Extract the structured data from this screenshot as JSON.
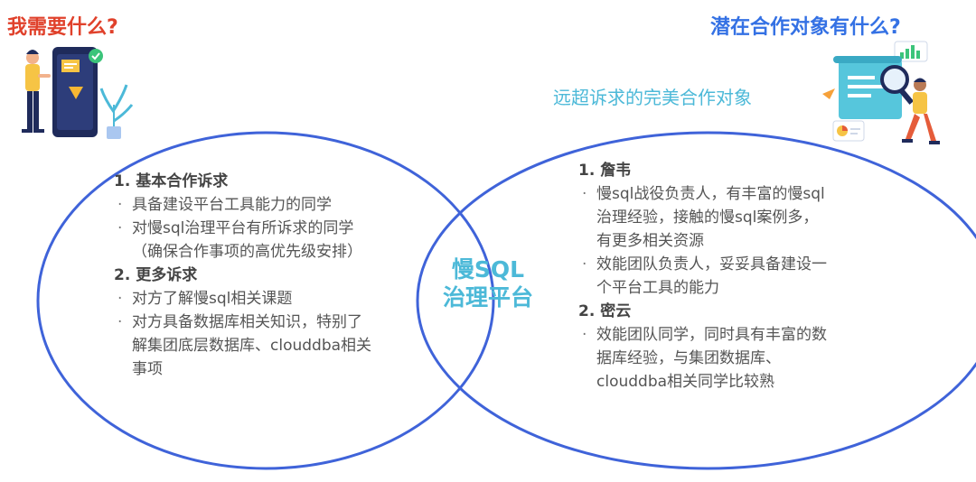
{
  "header": {
    "left_title": "我需要什么?",
    "right_title": "潜在合作对象有什么?",
    "right_subtitle": "远超诉求的完美合作对象"
  },
  "center": {
    "line1": "慢SQL",
    "line2": "治理平台"
  },
  "left": {
    "sections": [
      {
        "heading": "1. 基本合作诉求",
        "bullets": [
          [
            "具备建设平台工具能力的同学"
          ],
          [
            "对慢sql治理平台有所诉求的同学",
            "（确保合作事项的高优先级安排）"
          ]
        ]
      },
      {
        "heading": "2. 更多诉求",
        "bullets": [
          [
            "对方了解慢sql相关课题"
          ],
          [
            "对方具备数据库相关知识，特别了",
            "解集团底层数据库、clouddba相关",
            "事项"
          ]
        ]
      }
    ]
  },
  "right": {
    "sections": [
      {
        "heading": "1. 詹韦",
        "bullets": [
          [
            "慢sql战役负责人，有丰富的慢sql",
            "治理经验，接触的慢sql案例多，",
            "有更多相关资源"
          ],
          [
            "效能团队负责人，妥妥具备建设一",
            "个平台工具的能力"
          ]
        ]
      },
      {
        "heading": "2. 密云",
        "bullets": [
          [
            "效能团队同学，同时具有丰富的数",
            "据库经验，与集团数据库、",
            "clouddba相关同学比较熟"
          ]
        ]
      }
    ]
  },
  "colors": {
    "circle_stroke": "#3f63d9",
    "left_title": "#e0412b",
    "right_title": "#3471e4",
    "accent_teal": "#4cb9d8"
  },
  "icons": {
    "left_illustration": "person-with-phone-illustration",
    "right_illustration": "person-with-magnifier-illustration"
  }
}
